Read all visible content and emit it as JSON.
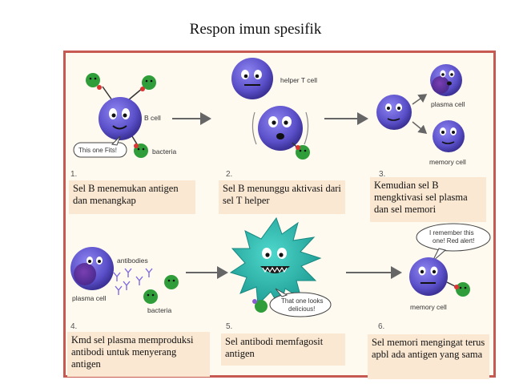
{
  "title": "Respon imun spesifik",
  "steps": [
    {
      "number": "1.",
      "caption": "Sel B menemukan antigen dan menangkap"
    },
    {
      "number": "2.",
      "caption": "Sel B menunggu aktivasi dari sel T helper"
    },
    {
      "number": "3.",
      "caption": "Kemudian sel B mengktivasi sel plasma dan sel memori"
    },
    {
      "number": "4.",
      "caption": "Kmd sel plasma memproduksi antibodi untuk menyerang antigen"
    },
    {
      "number": "5.",
      "caption": "Sel antibodi memfagosit antigen"
    },
    {
      "number": "6.",
      "caption": "Sel memori mengingat terus apbl ada antigen yang sama"
    }
  ],
  "labels": {
    "b_cell": "B cell",
    "bacteria": "bacteria",
    "this_one_fits": "This one Fits!",
    "helper_t_cell": "helper T cell",
    "plasma_cell": "plasma cell",
    "memory_cell": "memory cell",
    "antibodies": "antibodies",
    "bacteria_2": "bacteria",
    "that_one_looks_line1": "That one looks",
    "that_one_looks_line2": "delicious!",
    "remember_line1": "I remember this",
    "remember_line2": "one! Red alert!",
    "memory_cell_2": "memory cell"
  },
  "colors": {
    "panel_border": "#c65a52",
    "cell_purple": "#5a4fc8",
    "bacteria_green": "#2f9e3a",
    "macrophage_teal": "#2bb6ad",
    "caption_bg": "#fbe8d2"
  }
}
